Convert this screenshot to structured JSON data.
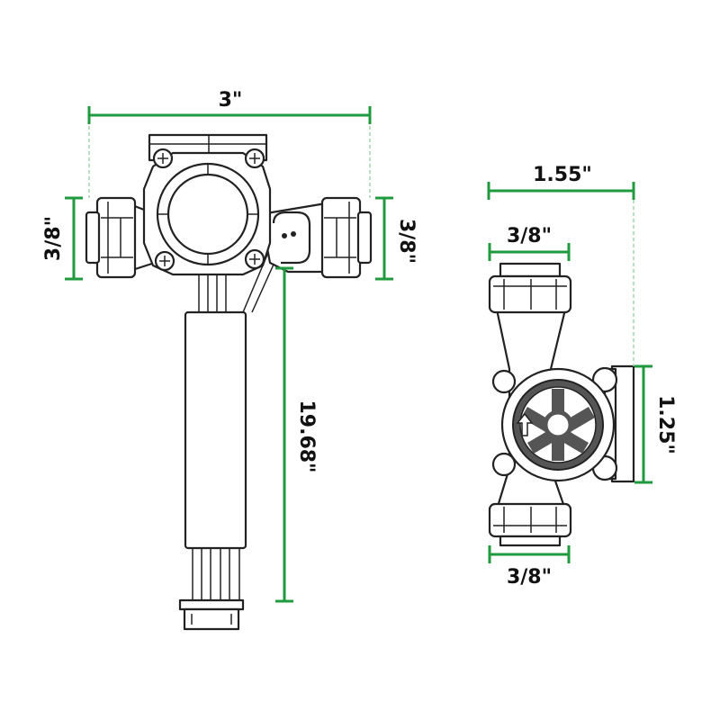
{
  "labels": {
    "left_width": "3\"",
    "left_inlet": "3/8\"",
    "left_outlet": "3/8\"",
    "cable_length": "19.68\"",
    "right_width": "1.55\"",
    "right_top_port": "3/8\"",
    "right_height": "1.25\"",
    "right_bottom_port": "3/8\""
  },
  "colors": {
    "dimension_line": "#1f9a3e",
    "extension_line": "#9fd4ad",
    "outline": "#222222",
    "text": "#111111",
    "background": "#ffffff"
  }
}
